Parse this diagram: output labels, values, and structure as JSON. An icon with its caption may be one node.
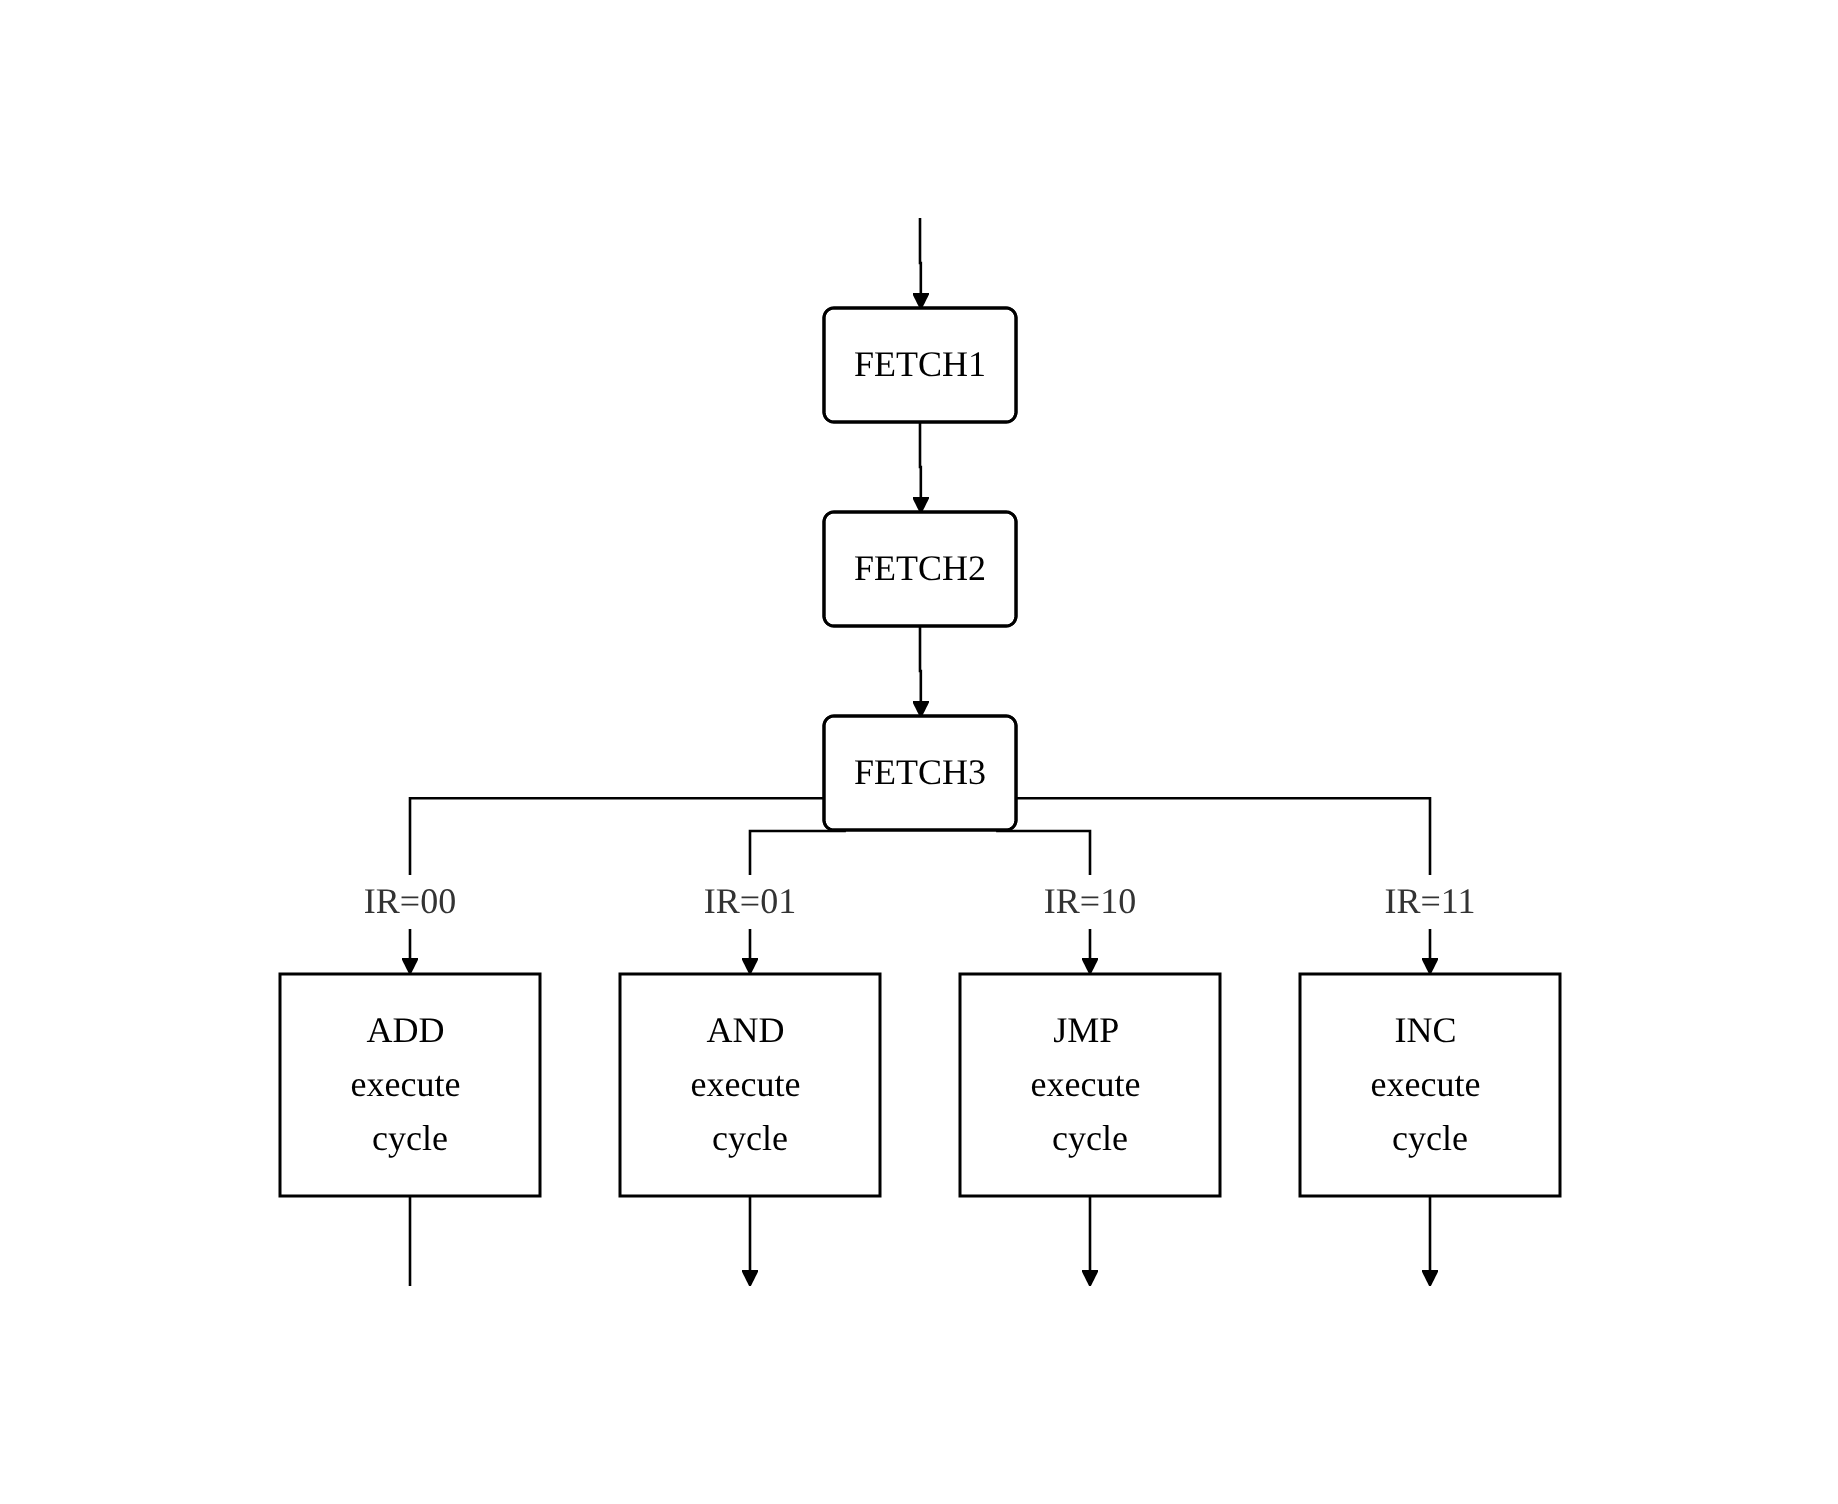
{
  "diagram": {
    "nodes": [
      {
        "text": [
          "FETCH1"
        ]
      },
      {
        "text": [
          "FETCH2"
        ]
      },
      {
        "text": [
          "FETCH3"
        ]
      },
      {
        "text": [
          "ADD execute cycle"
        ]
      },
      {
        "text": [
          "AND execute cycle"
        ]
      },
      {
        "text": [
          "JMP execute cycle"
        ]
      },
      {
        "text": [
          "INC execute cycle"
        ]
      }
    ],
    "edges": [
      {
        "from": null,
        "to": 0,
        "arrow": "to"
      },
      {
        "from": 0,
        "to": 1,
        "arrow": "to"
      },
      {
        "from": 1,
        "to": 2,
        "arrow": "to"
      },
      {
        "from": 2,
        "to": 3,
        "arrow": "to",
        "label": "IR=00"
      },
      {
        "from": 2,
        "to": 4,
        "arrow": "to",
        "label": "IR=01"
      },
      {
        "from": 2,
        "to": 5,
        "arrow": "to",
        "label": "IR=10"
      },
      {
        "from": 2,
        "to": 6,
        "arrow": "to",
        "label": "IR=11"
      },
      {
        "from": 3,
        "to": null,
        "arrow": "none"
      },
      {
        "from": 4,
        "to": null,
        "arrow": "to"
      },
      {
        "from": 5,
        "to": null,
        "arrow": "to"
      },
      {
        "from": 6,
        "to": null,
        "arrow": "to"
      }
    ]
  }
}
